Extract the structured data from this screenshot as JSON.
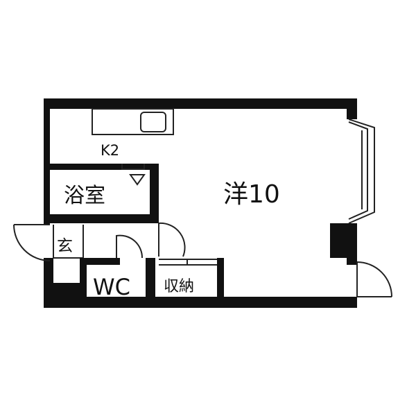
{
  "rooms": {
    "kitchen": "K2",
    "bathroom": "浴室",
    "western_room": "洋10",
    "entrance": "玄",
    "toilet": "WC",
    "storage": "収納"
  },
  "colors": {
    "wall": "#111111",
    "line": "#222222",
    "background": "#ffffff"
  }
}
